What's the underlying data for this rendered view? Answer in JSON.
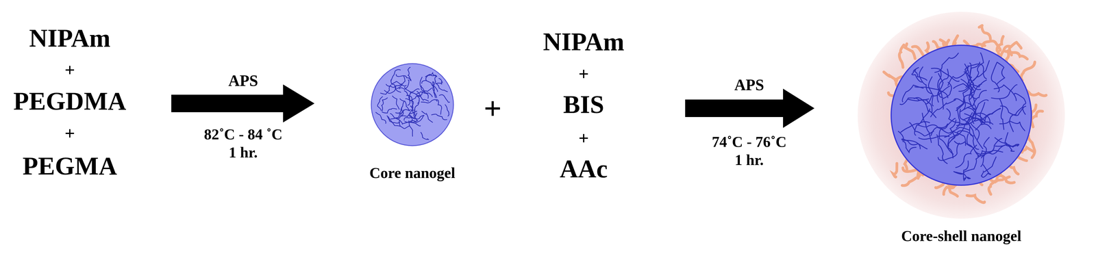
{
  "diagram": {
    "nodes": [
      {
        "text": [
          "Core nanogel"
        ]
      },
      {
        "text": [
          "Core-shell nanogel"
        ]
      }
    ],
    "labels": [
      "NIPAm",
      "+",
      "PEGDMA",
      "+",
      "PEGMA",
      "APS",
      "82˚C - 84 ˚C",
      "1 hr.",
      "+",
      "NIPAm",
      "+",
      "BIS",
      "+",
      "AAc",
      "APS",
      "74˚C - 76˚C",
      "1 hr."
    ]
  }
}
